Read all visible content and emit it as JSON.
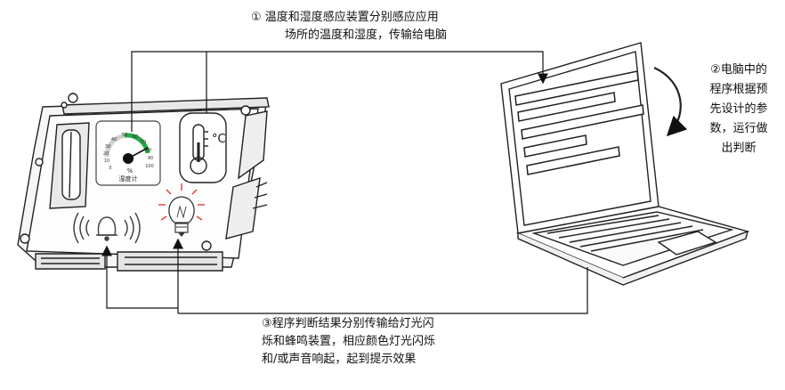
{
  "step1": {
    "line1": "① 温度和湿度感应装置分别感应应用",
    "line2": "场所的温度和湿度，传输给电脑"
  },
  "step2": {
    "line1": "②电脑中的",
    "line2": "程序根据预",
    "line3": "先设计的参",
    "line4": "数，运行做",
    "line5": "出判断"
  },
  "step3": {
    "line1": "③程序判断结果分别传输给灯光闪",
    "line2": "烁和蜂鸣装置，相应颜色灯光闪烁",
    "line3": "和/或声音响起，起到提示效果"
  },
  "device": {
    "gauge_ticks": [
      "0",
      "10",
      "20",
      "30",
      "40",
      "50",
      "60",
      "70",
      "80",
      "90",
      "100"
    ],
    "gauge_unit": "%",
    "gauge_label": "湿度计",
    "thermo_unit": "°C"
  },
  "colors": {
    "line": "#111111",
    "gauge_green": "#27a844",
    "bulb_rays": "#e33b3b"
  }
}
